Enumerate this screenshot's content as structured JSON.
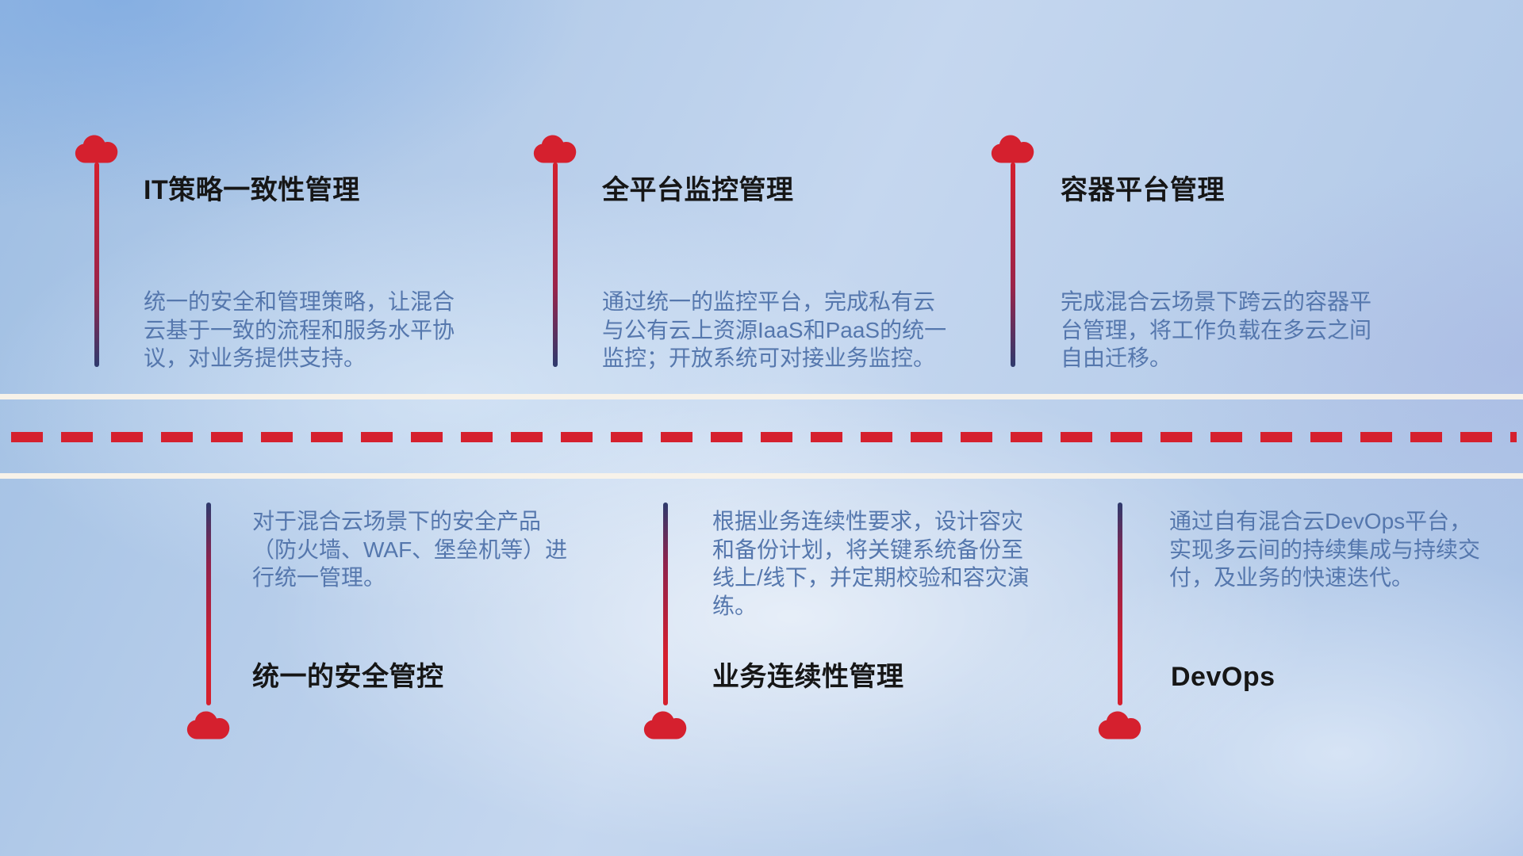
{
  "diagram": {
    "theme": "hybrid-cloud management capabilities roadmap",
    "colors": {
      "cloud_red": "#d5202e",
      "line_navy": "#2e3a6d",
      "title_text": "#161616",
      "description_text": "#5577ad",
      "road_stripe": "#f7f2e9",
      "dash_red": "#d5202e"
    }
  },
  "top_items": [
    {
      "title": "IT策略一致性管理",
      "description": "统一的安全和管理策略，让混合云基于一致的流程和服务水平协议，对业务提供支持。"
    },
    {
      "title": "全平台监控管理",
      "description": "通过统一的监控平台，完成私有云与公有云上资源IaaS和PaaS的统一监控；开放系统可对接业务监控。"
    },
    {
      "title": "容器平台管理",
      "description": "完成混合云场景下跨云的容器平台管理，将工作负载在多云之间自由迁移。"
    }
  ],
  "bottom_items": [
    {
      "title": "统一的安全管控",
      "description": "对于混合云场景下的安全产品（防火墙、WAF、堡垒机等）进行统一管理。"
    },
    {
      "title": "业务连续性管理",
      "description": "根据业务连续性要求，设计容灾和备份计划，将关键系统备份至线上/线下，并定期校验和容灾演练。"
    },
    {
      "title": "DevOps",
      "description": "通过自有混合云DevOps平台，实现多云间的持续集成与持续交付，及业务的快速迭代。"
    }
  ]
}
